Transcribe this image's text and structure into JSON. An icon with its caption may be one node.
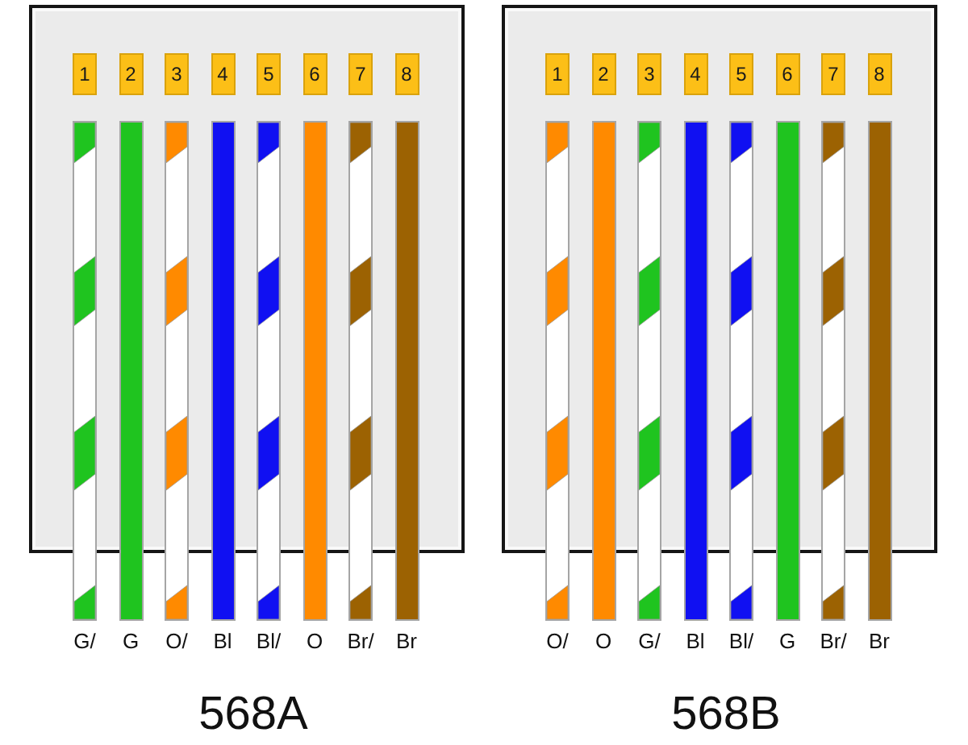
{
  "diagram": {
    "nodes": [
      {
        "text": [],
        "shape": "box"
      },
      {
        "text": [
          "1"
        ],
        "in": 0
      },
      {
        "text": [
          "2"
        ],
        "in": 0
      },
      {
        "text": [
          "3"
        ],
        "in": 0
      },
      {
        "text": [
          "4"
        ],
        "in": 0
      },
      {
        "text": [
          "5"
        ],
        "in": 0
      },
      {
        "text": [
          "6"
        ],
        "in": 0
      },
      {
        "text": [
          "7"
        ],
        "in": 0
      },
      {
        "text": [
          "8"
        ],
        "in": 0
      },
      {
        "text": [],
        "shape": "bar",
        "beside": [
          "G/"
        ]
      },
      {
        "text": [],
        "shape": "bar",
        "beside": [
          "G"
        ]
      },
      {
        "text": [],
        "shape": "bar",
        "beside": [
          "O/"
        ]
      },
      {
        "text": [],
        "shape": "bar",
        "beside": [
          "Bl"
        ]
      },
      {
        "text": [],
        "shape": "bar",
        "beside": [
          "Bl/"
        ]
      },
      {
        "text": [],
        "shape": "bar",
        "beside": [
          "O"
        ]
      },
      {
        "text": [],
        "shape": "bar",
        "beside": [
          "Br/"
        ]
      },
      {
        "text": [],
        "shape": "bar",
        "beside": [
          "Br"
        ]
      },
      {
        "text": [],
        "shape": "box"
      },
      {
        "text": [
          "1"
        ],
        "in": 17
      },
      {
        "text": [
          "2"
        ],
        "in": 17
      },
      {
        "text": [
          "3"
        ],
        "in": 17
      },
      {
        "text": [
          "4"
        ],
        "in": 17
      },
      {
        "text": [
          "5"
        ],
        "in": 17
      },
      {
        "text": [
          "6"
        ],
        "in": 17
      },
      {
        "text": [
          "7"
        ],
        "in": 17
      },
      {
        "text": [
          "8"
        ],
        "in": 17
      },
      {
        "text": [],
        "shape": "bar",
        "beside": [
          "O/"
        ]
      },
      {
        "text": [],
        "shape": "bar",
        "beside": [
          "O"
        ]
      },
      {
        "text": [],
        "shape": "bar",
        "beside": [
          "G/"
        ]
      },
      {
        "text": [],
        "shape": "bar",
        "beside": [
          "Bl"
        ]
      },
      {
        "text": [],
        "shape": "bar",
        "beside": [
          "Bl/"
        ]
      },
      {
        "text": [],
        "shape": "bar",
        "beside": [
          "G"
        ]
      },
      {
        "text": [],
        "shape": "bar",
        "beside": [
          "Br/"
        ]
      },
      {
        "text": [],
        "shape": "bar",
        "beside": [
          "Br"
        ]
      }
    ],
    "labels": [
      "568A",
      "568B"
    ]
  }
}
